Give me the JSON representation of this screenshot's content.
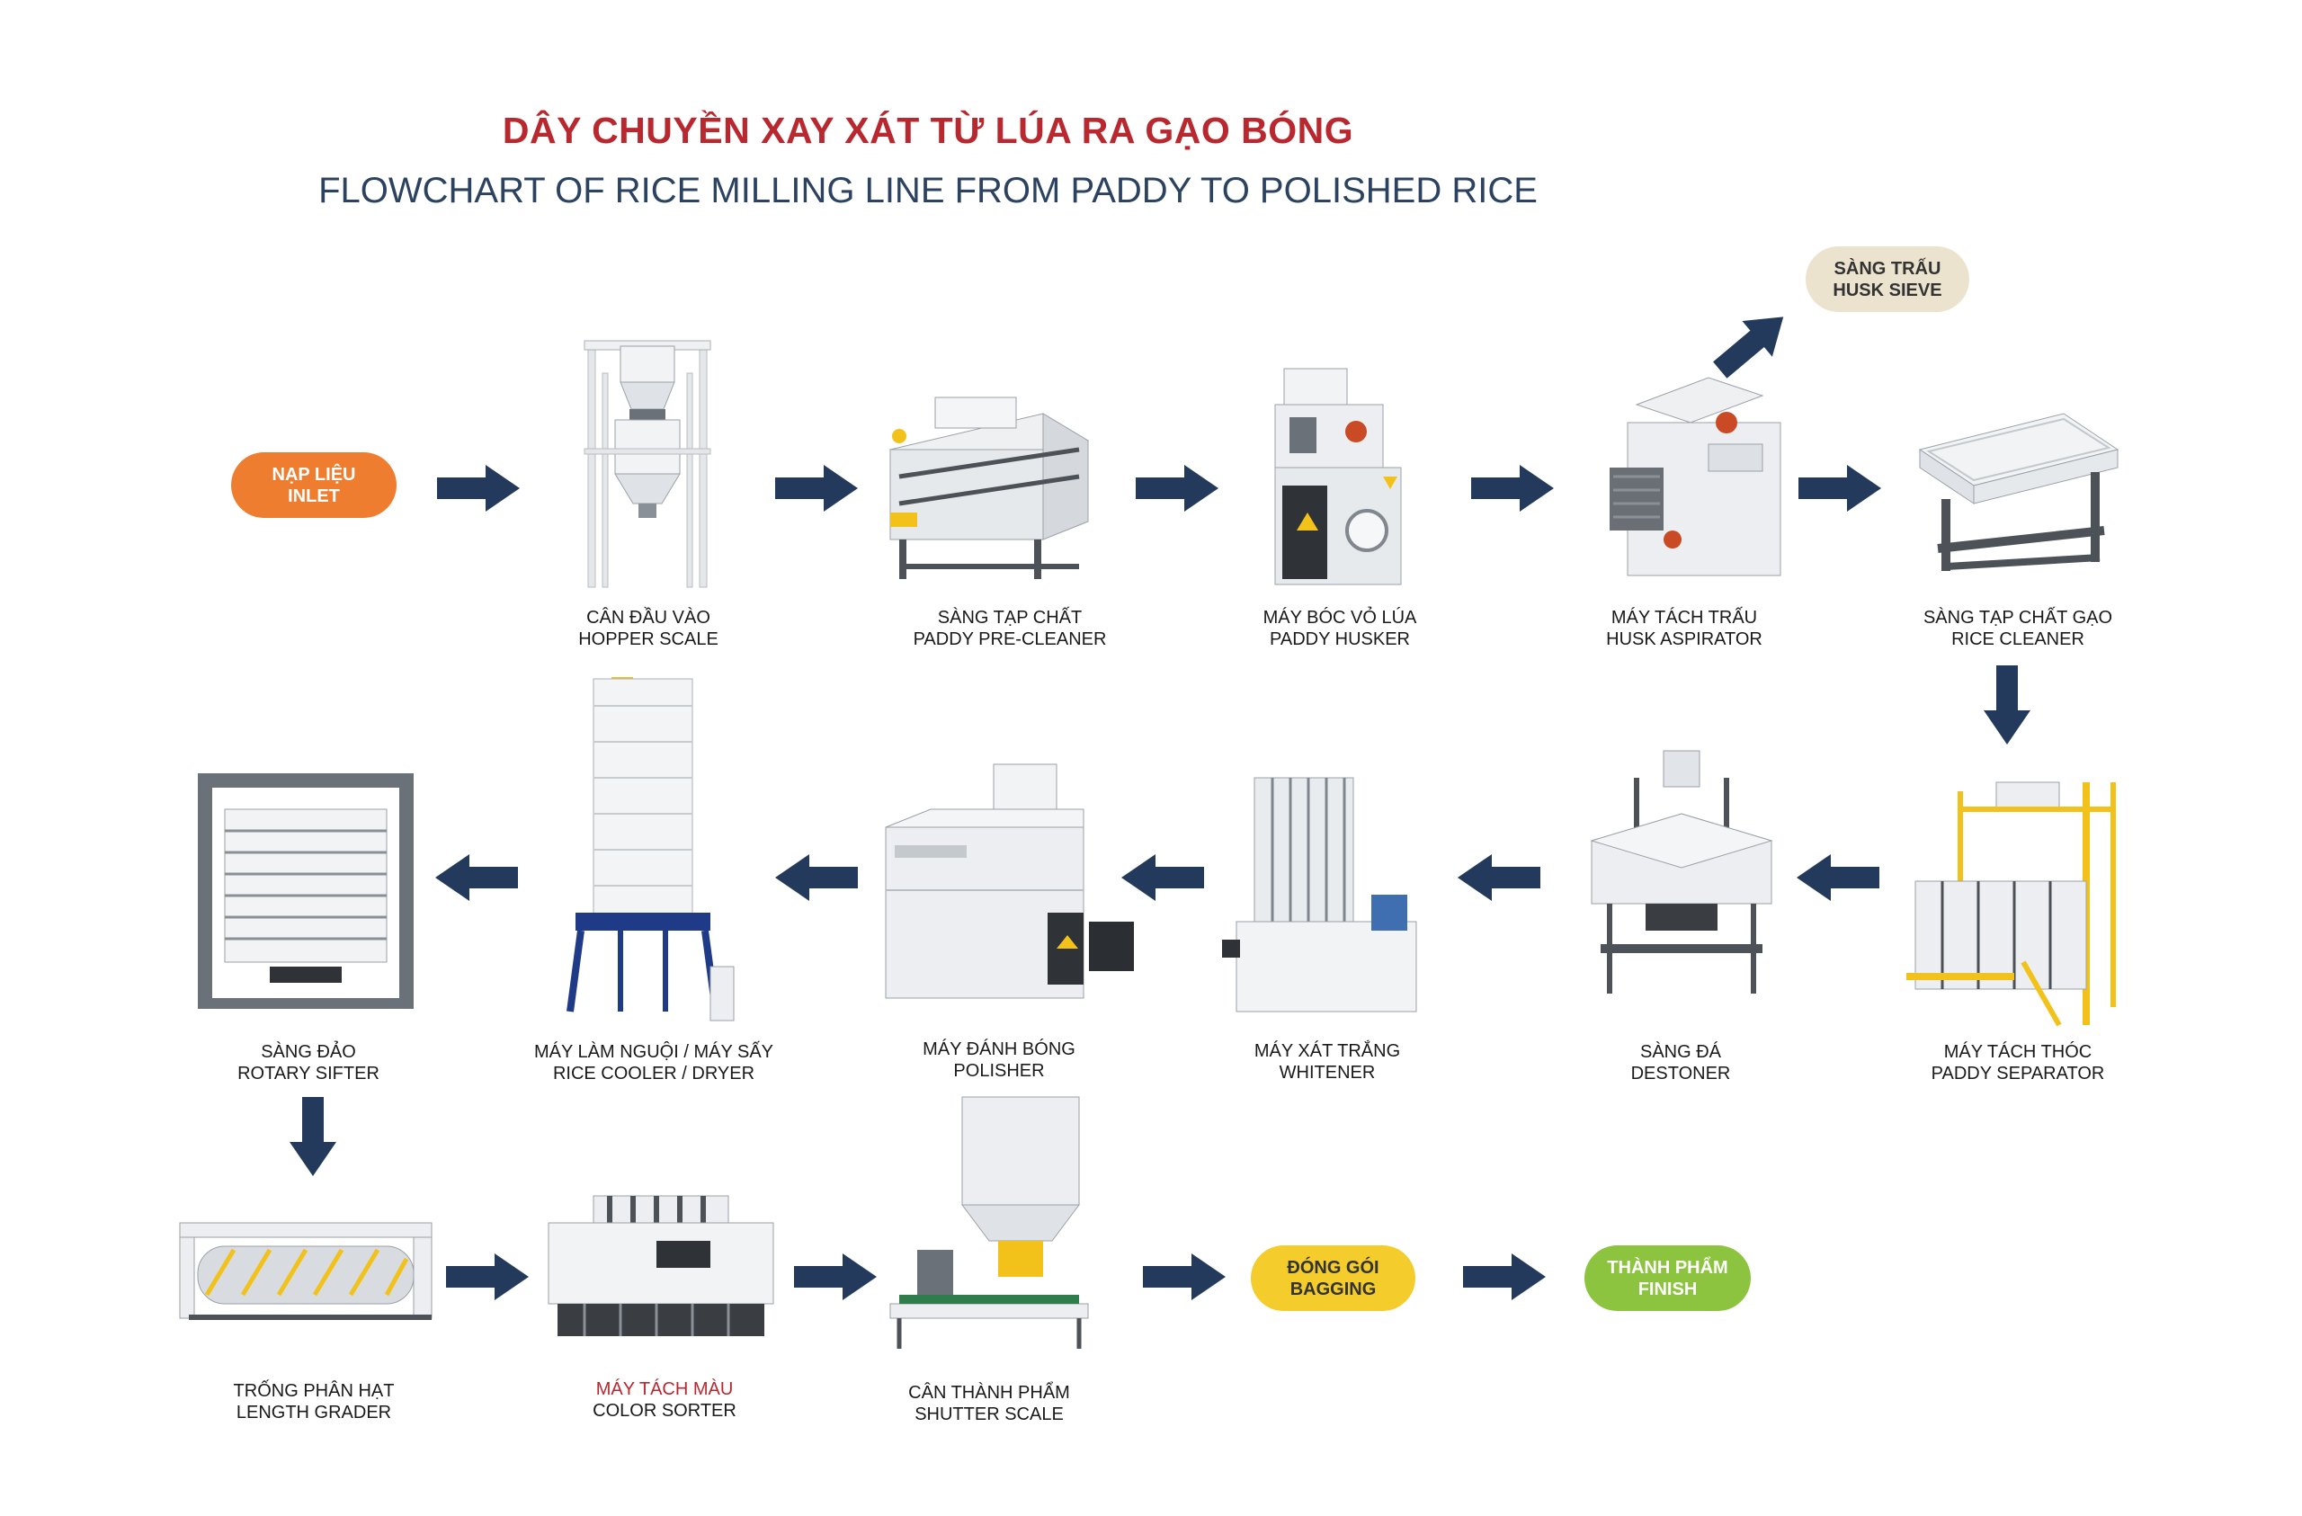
{
  "title": {
    "vi": "DÂY CHUYỀN XAY XÁT TỪ LÚA RA GẠO BÓNG",
    "en": "FLOWCHART OF RICE MILLING LINE FROM PADDY TO POLISHED RICE"
  },
  "colors": {
    "arrow": "#243a5c",
    "title_red": "#b8282e",
    "title_blue": "#2b4260",
    "inlet": "#ef7d2f",
    "husk_sieve": "#ece3cf",
    "bagging": "#f4cc2c",
    "finish": "#8cc43f",
    "machine_body": "#e9ecef",
    "machine_frame": "#5d636a",
    "machine_accent_blue": "#1f3b88",
    "machine_accent_yellow": "#f2c21a"
  },
  "pills": {
    "inlet": {
      "vi": "NẠP LIỆU",
      "en": "INLET"
    },
    "husk_sieve": {
      "vi": "SÀNG TRẤU",
      "en": "HUSK SIEVE"
    },
    "bagging": {
      "vi": "ĐÓNG GÓI",
      "en": "BAGGING"
    },
    "finish": {
      "vi": "THÀNH PHẨM",
      "en": "FINISH"
    }
  },
  "stations": {
    "hopper_scale": {
      "vi": "CÂN ĐẦU VÀO",
      "en": "HOPPER SCALE",
      "icon": "hopper-scale-icon"
    },
    "paddy_pre_cleaner": {
      "vi": "SÀNG TẠP CHẤT",
      "en": "PADDY PRE-CLEANER",
      "icon": "pre-cleaner-icon"
    },
    "paddy_husker": {
      "vi": "MÁY BÓC VỎ LÚA",
      "en": "PADDY HUSKER",
      "icon": "husker-icon"
    },
    "husk_aspirator": {
      "vi": "MÁY TÁCH TRẤU",
      "en": "HUSK ASPIRATOR",
      "icon": "aspirator-icon"
    },
    "rice_cleaner": {
      "vi": "SÀNG TẠP CHẤT GẠO",
      "en": "RICE CLEANER",
      "icon": "rice-cleaner-icon"
    },
    "paddy_separator": {
      "vi": "MÁY TÁCH THÓC",
      "en": "PADDY SEPARATOR",
      "icon": "paddy-separator-icon"
    },
    "destoner": {
      "vi": "SÀNG ĐÁ",
      "en": "DESTONER",
      "icon": "destoner-icon"
    },
    "whitener": {
      "vi": "MÁY XÁT TRẮNG",
      "en": "WHITENER",
      "icon": "whitener-icon"
    },
    "polisher": {
      "vi": "MÁY ĐÁNH BÓNG",
      "en": "POLISHER",
      "icon": "polisher-icon"
    },
    "rice_cooler": {
      "vi": "MÁY LÀM NGUỘI / MÁY SẤY",
      "en": "RICE COOLER / DRYER",
      "icon": "cooler-dryer-icon"
    },
    "rotary_sifter": {
      "vi": "SÀNG ĐẢO",
      "en": "ROTARY SIFTER",
      "icon": "rotary-sifter-icon"
    },
    "length_grader": {
      "vi": "TRỐNG PHÂN HẠT",
      "en": "LENGTH GRADER",
      "icon": "length-grader-icon"
    },
    "color_sorter": {
      "vi": "MÁY TÁCH MÀU",
      "en": "COLOR SORTER",
      "icon": "color-sorter-icon"
    },
    "shutter_scale": {
      "vi": "CÂN THÀNH PHẨM",
      "en": "SHUTTER SCALE",
      "icon": "shutter-scale-icon"
    }
  }
}
